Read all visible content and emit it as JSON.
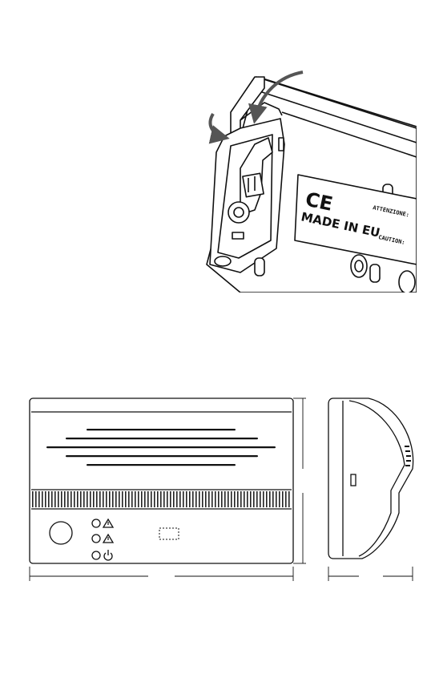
{
  "top_figure": {
    "ce_mark": "CE",
    "made_in": "MADE IN EU",
    "label_1": "ATTENZIONE:",
    "label_2": "CAUTION:"
  },
  "bottom_figure": {
    "status_icons": [
      "warning-icon",
      "warning-icon",
      "power-icon"
    ]
  },
  "colors": {
    "line": "#111111",
    "fill": "#ffffff",
    "arrow": "#555555"
  }
}
